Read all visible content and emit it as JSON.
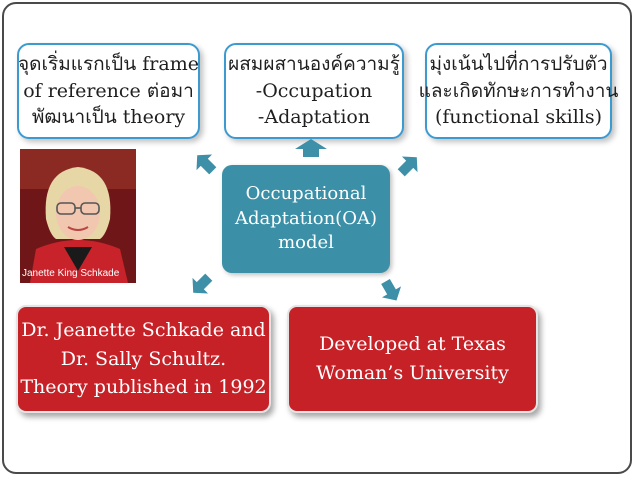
{
  "top_boxes": {
    "left": {
      "lines": [
        "จุดเริ่มแรกเป็น frame",
        "of reference ต่อมา",
        "พัฒนาเป็น theory"
      ]
    },
    "middle": {
      "lines": [
        "ผสมผสานองค์ความรู้",
        "-Occupation",
        "-Adaptation"
      ]
    },
    "right": {
      "lines": [
        "มุ่งเน้นไปที่การปรับตัว",
        "และเกิดทักษะการทำงาน",
        "(functional skills)"
      ]
    }
  },
  "center": {
    "lines": [
      "Occupational",
      "Adaptation(OA)",
      "model"
    ]
  },
  "bottom_boxes": {
    "left": {
      "lines": [
        "Dr. Jeanette Schkade and",
        "Dr. Sally Schultz.",
        "Theory published in 1992"
      ]
    },
    "right": {
      "lines": [
        "Developed at Texas",
        "Woman’s University"
      ]
    }
  },
  "photo": {
    "caption": "Janette King Schkade"
  },
  "colors": {
    "blue_border": "#3b9bd1",
    "teal": "#3b8fa7",
    "red": "#c62127",
    "arrow": "#3e8fa8"
  }
}
